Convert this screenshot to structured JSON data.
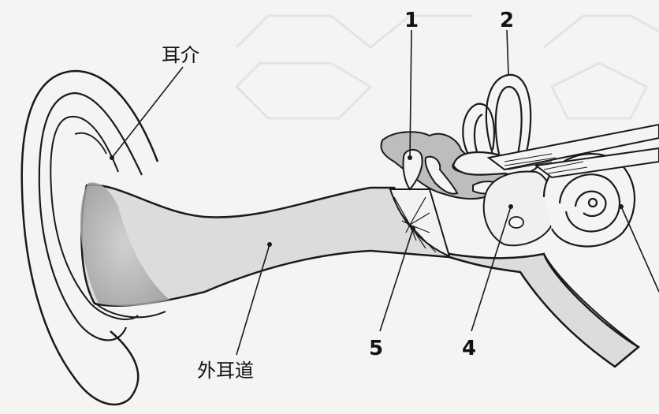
{
  "labels": {
    "auricle": "耳介",
    "ear_canal": "外耳道",
    "n1": "1",
    "n2": "2",
    "n4": "4",
    "n5": "5"
  },
  "colors": {
    "line": "#1a1a1a",
    "canal_fill": "#d9d9d9",
    "bone_fill": "#bdbdbd",
    "background": "#f4f4f2"
  }
}
